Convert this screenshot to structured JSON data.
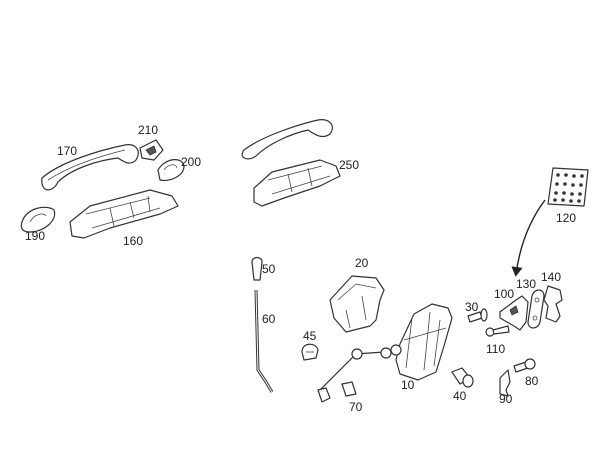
{
  "diagram": {
    "title": "Door handle and lock parts",
    "callouts": {
      "p170": "170",
      "p210": "210",
      "p200": "200",
      "p190": "190",
      "p160": "160",
      "p250": "250",
      "p120": "120",
      "p50": "50",
      "p20": "20",
      "p60": "60",
      "p45": "45",
      "p30": "30",
      "p100": "100",
      "p130": "130",
      "p140": "140",
      "p110": "110",
      "p10": "10",
      "p40": "40",
      "p80": "80",
      "p90": "90",
      "p70": "70"
    }
  }
}
